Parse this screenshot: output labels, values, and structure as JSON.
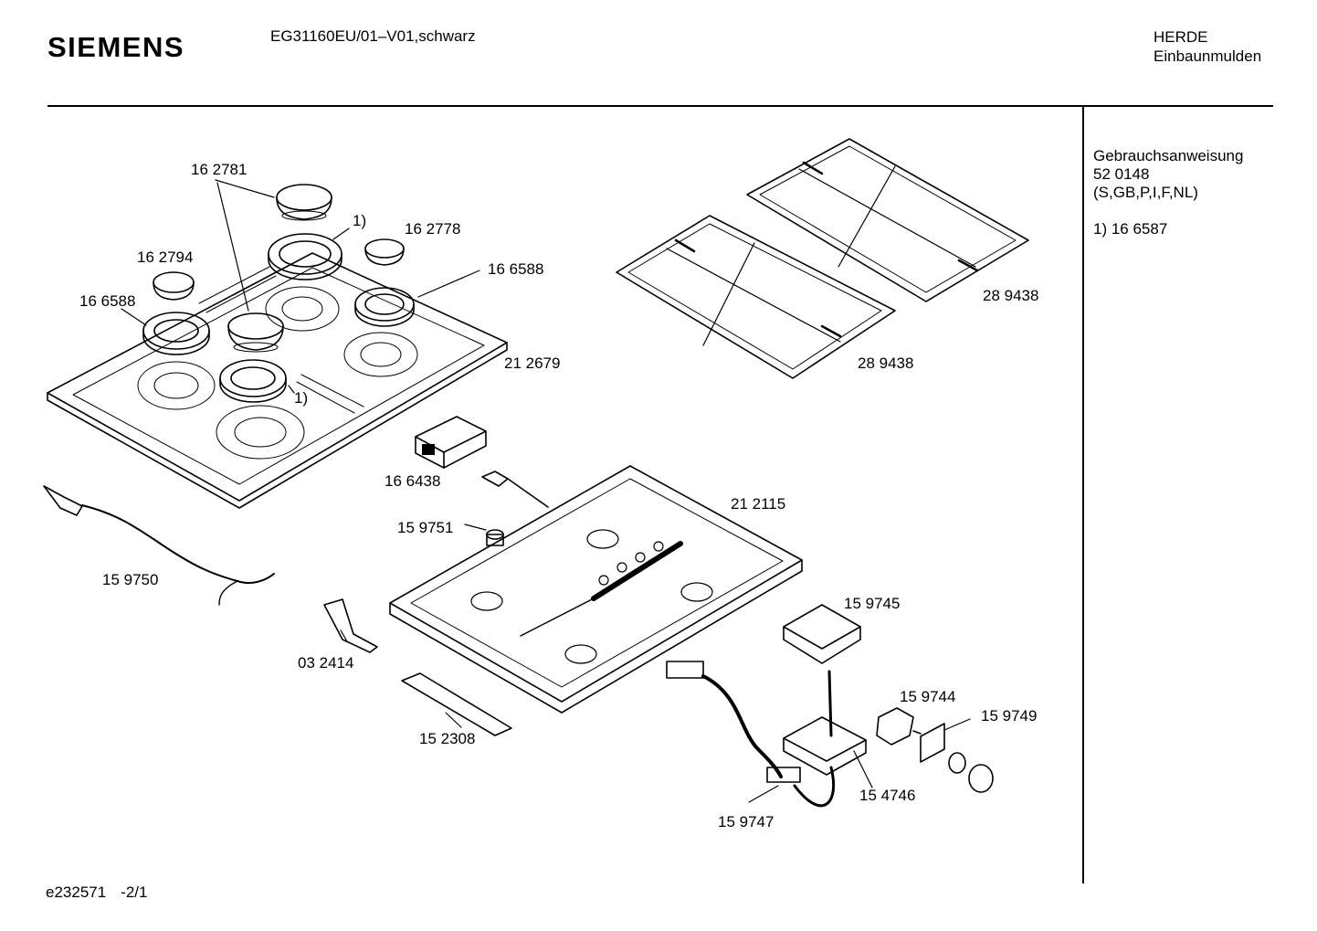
{
  "header": {
    "brand": "SIEMENS",
    "model": "EG31160EU/01–V01,schwarz",
    "category_line1": "HERDE",
    "category_line2": "Einbaunmulden"
  },
  "info": {
    "manual_label": "Gebrauchsanweisung",
    "manual_number": "52 0148",
    "manual_languages": "(S,GB,P,I,F,NL)",
    "footnote": "1)  16 6587"
  },
  "footer": {
    "doc_id": "e232571",
    "page": "-2/1"
  },
  "parts": {
    "p162781": "16 2781",
    "p162778": "16 2778",
    "p162794": "16 2794",
    "p166588a": "16 6588",
    "p166588b": "16 6588",
    "p212679": "21 2679",
    "p289438a": "28 9438",
    "p289438b": "28 9438",
    "p166438": "16 6438",
    "p159751": "15 9751",
    "p212115": "21 2115",
    "p159750": "15 9750",
    "p032414": "03 2414",
    "p159745": "15 9745",
    "p159744": "15 9744",
    "p159749": "15 9749",
    "p152308": "15 2308",
    "p154746": "15 4746",
    "p159747": "15 9747",
    "fn1a": "1)",
    "fn1b": "1)"
  }
}
